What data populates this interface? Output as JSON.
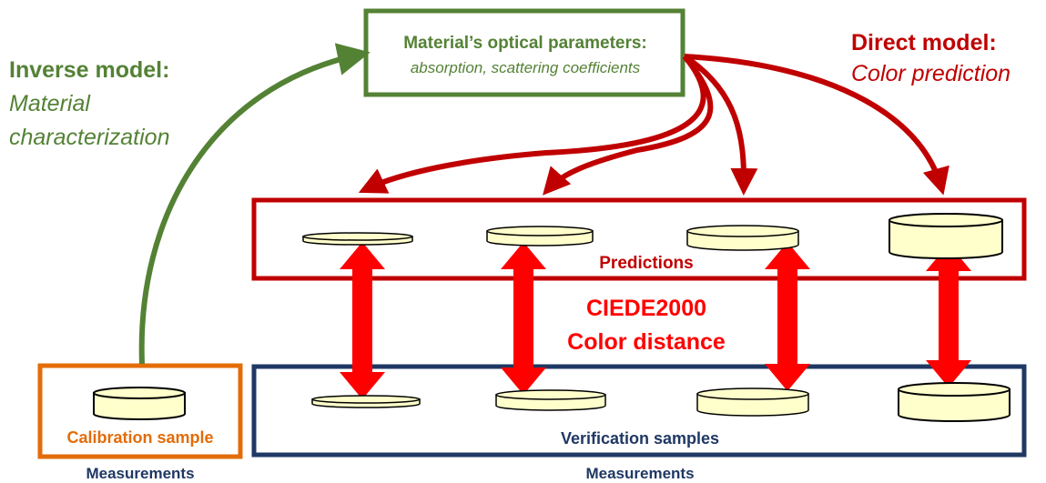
{
  "colors": {
    "green": "#548235",
    "red": "#c00000",
    "bright_red": "#ff0000",
    "orange": "#e36c09",
    "navy": "#1f3864",
    "disc_fill": "#ffffcc"
  },
  "optical": {
    "title": "Material’s optical parameters:",
    "subtitle": "absorption, scattering coefficients"
  },
  "inverse": {
    "title": "Inverse model:",
    "line1": "Material",
    "line2": "characterization"
  },
  "direct": {
    "title": "Direct model:",
    "subtitle": "Color prediction"
  },
  "predictions_label": "Predictions",
  "distance": {
    "line1": "CIEDE2000",
    "line2": "Color distance"
  },
  "calibration_label": "Calibration sample",
  "verification_label": "Verification samples",
  "measurements_left": "Measurements",
  "measurements_right": "Measurements"
}
